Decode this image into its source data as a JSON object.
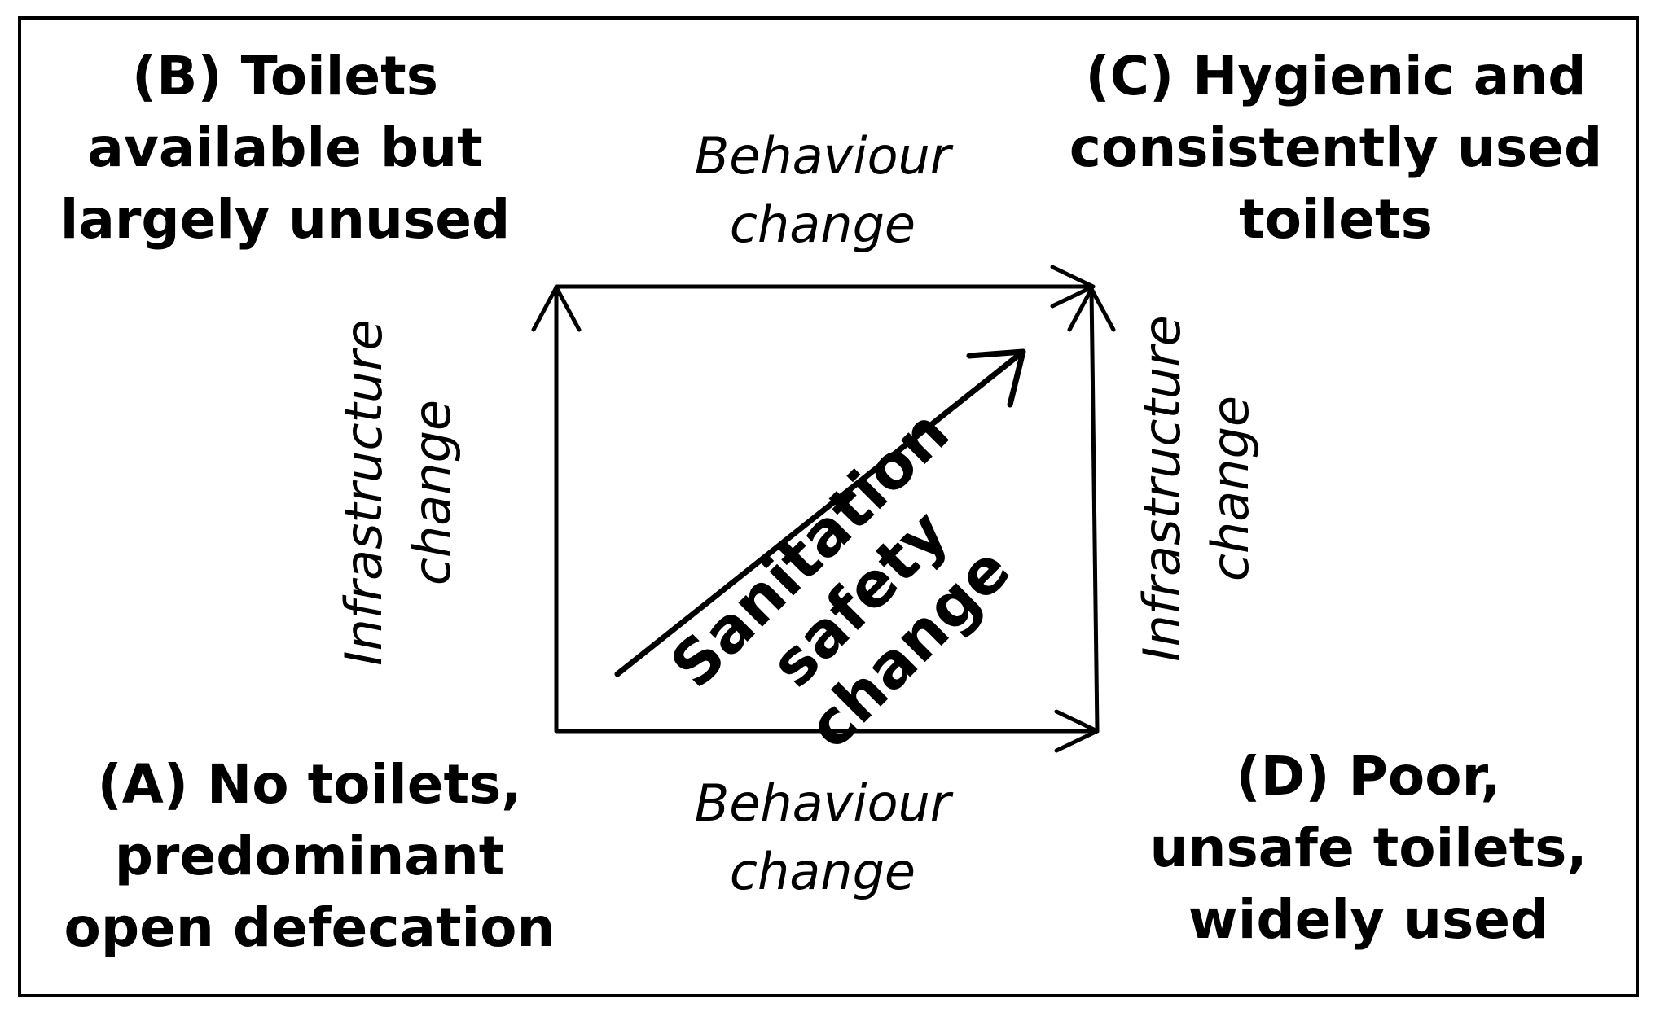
{
  "quadrants": {
    "b": [
      "(B) Toilets",
      "available but",
      "largely unused"
    ],
    "c": [
      "(C) Hygienic and",
      "consistently used",
      "toilets"
    ],
    "a": [
      "(A) No toilets,",
      "predominant",
      "open defecation"
    ],
    "d": [
      "(D) Poor,",
      "unsafe toilets,",
      "widely used"
    ]
  },
  "edges": {
    "behaviour_top": [
      "Behaviour",
      "change"
    ],
    "behaviour_bottom": [
      "Behaviour",
      "change"
    ],
    "infrastructure_left": [
      "Infrastructure",
      "change"
    ],
    "infrastructure_right": [
      "Infrastructure",
      "change"
    ]
  },
  "center": [
    "Sanitation",
    "safety",
    "change"
  ]
}
